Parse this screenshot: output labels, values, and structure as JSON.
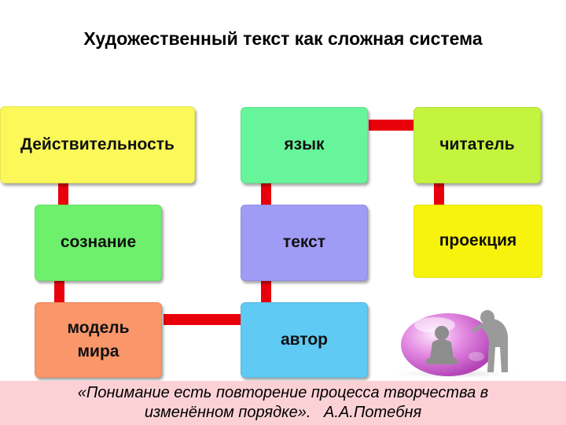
{
  "title": "Художественный текст как сложная система",
  "boxes": {
    "reality": "Действительность",
    "consciousness": "сознание",
    "model_line1": "модель",
    "model_line2": "мира",
    "language": "язык",
    "text": "текст",
    "author": "автор",
    "reader": "читатель",
    "projection": "проекция"
  },
  "quote": {
    "line1": "«Понимание есть повторение процесса творчества в",
    "line2": "изменённом порядке».   А.А.Потебня"
  },
  "colors": {
    "reality": "#fbf85a",
    "consciousness": "#6ef06c",
    "model": "#f9966a",
    "language": "#66f59a",
    "text": "#9f9cf6",
    "author": "#5fcaf4",
    "reader": "#c4f43e",
    "projection": "#f8f30c",
    "connector": "#e8000b",
    "quote_bg": "#fbd1d6"
  },
  "icons": [
    "thinking-figure-illustration",
    "pink-glass-sphere-icon"
  ]
}
